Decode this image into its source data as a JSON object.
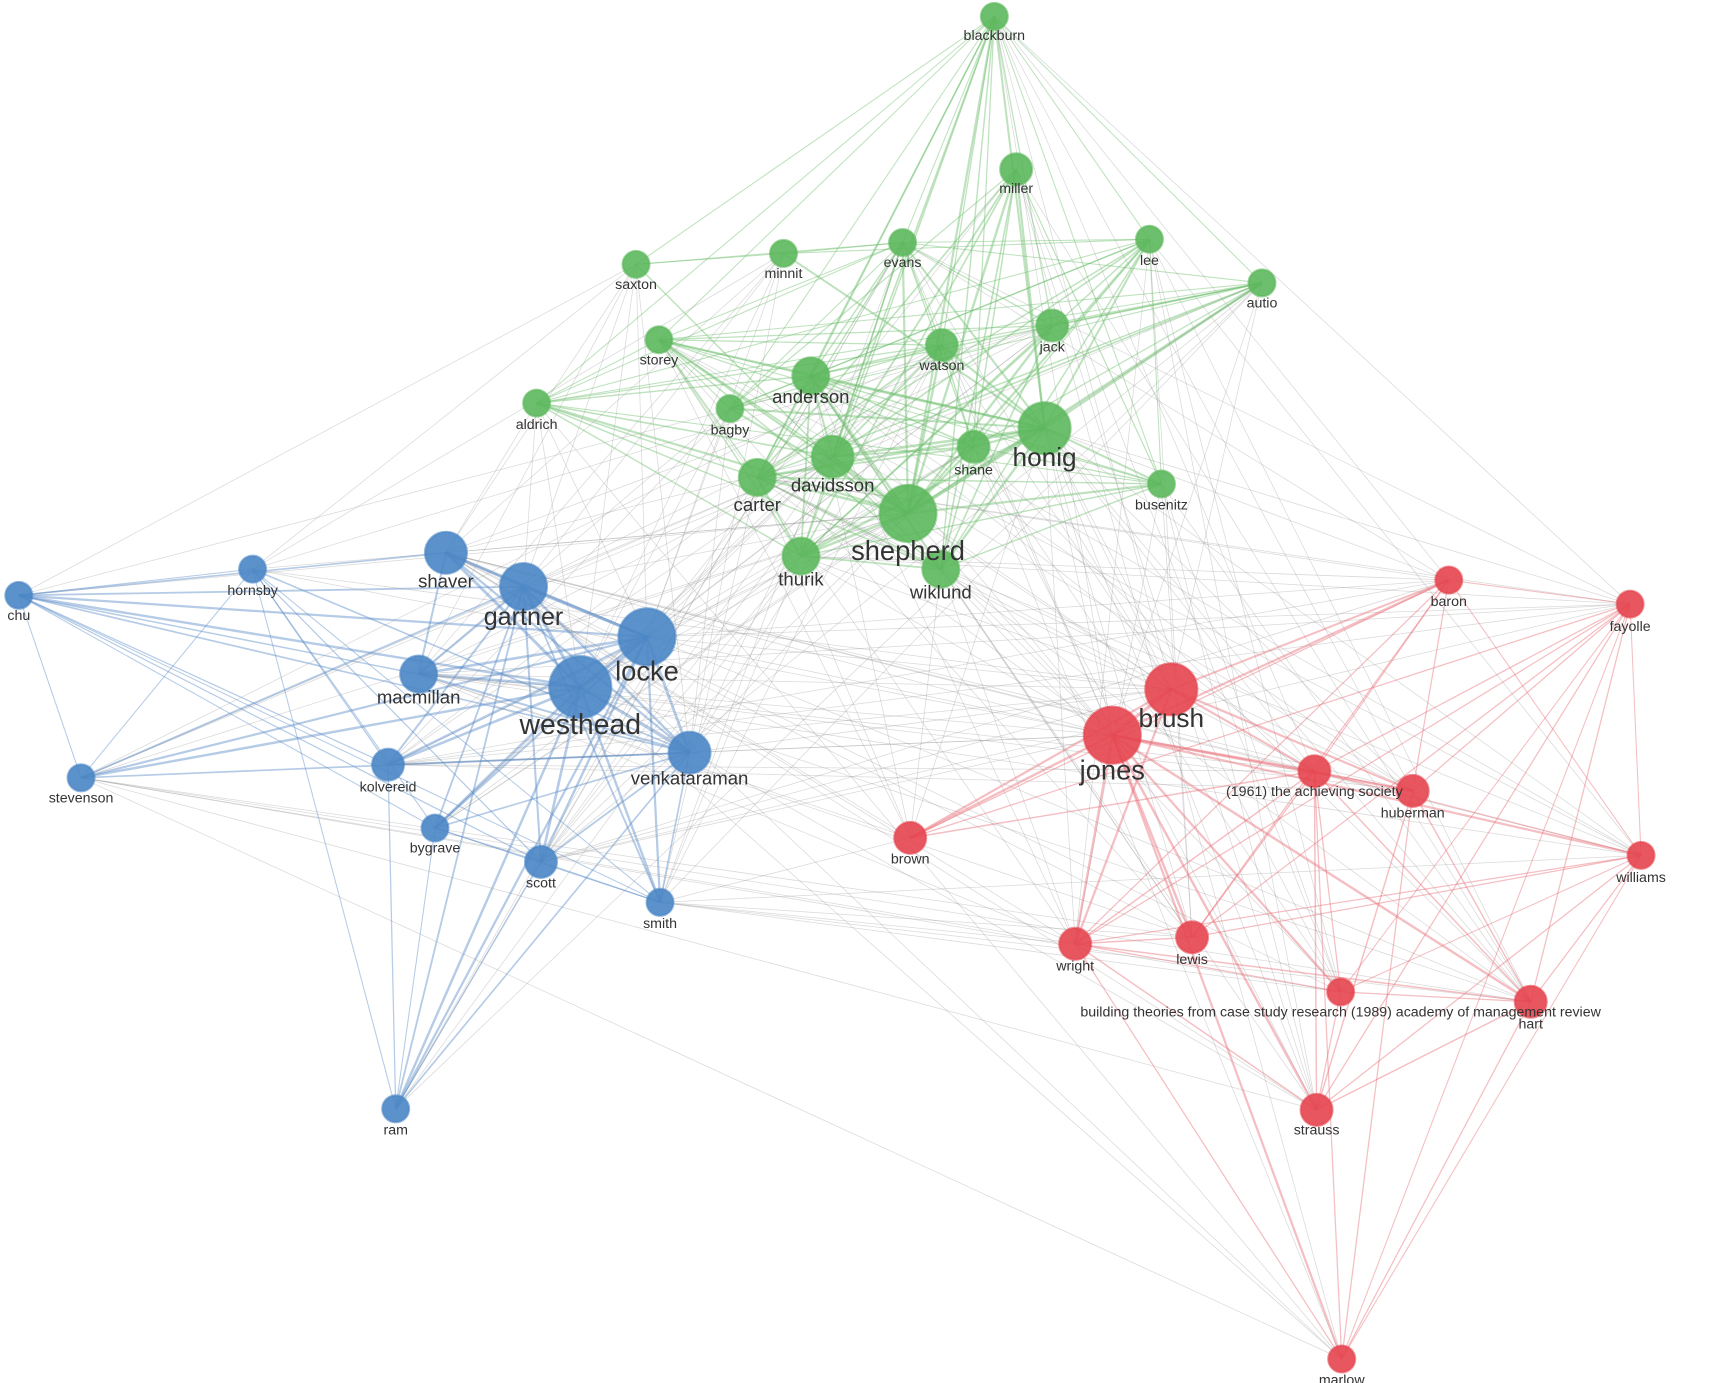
{
  "colors": {
    "cluster1": "#5cb85c",
    "cluster2": "#4a86c5",
    "cluster3": "#e5454f"
  },
  "nodes": [
    {
      "id": "blackburn",
      "label": "blackburn",
      "cluster": 1,
      "weight": 1
    },
    {
      "id": "miller",
      "label": "miller",
      "cluster": 1,
      "weight": 2
    },
    {
      "id": "minnit",
      "label": "minnit",
      "cluster": 1,
      "weight": 1
    },
    {
      "id": "evans",
      "label": "evans",
      "cluster": 1,
      "weight": 1
    },
    {
      "id": "lee",
      "label": "lee",
      "cluster": 1,
      "weight": 1
    },
    {
      "id": "saxton",
      "label": "saxton",
      "cluster": 1,
      "weight": 1
    },
    {
      "id": "autio",
      "label": "autio",
      "cluster": 1,
      "weight": 1
    },
    {
      "id": "storey",
      "label": "storey",
      "cluster": 1,
      "weight": 1
    },
    {
      "id": "jack",
      "label": "jack",
      "cluster": 1,
      "weight": 2
    },
    {
      "id": "watson",
      "label": "watson",
      "cluster": 1,
      "weight": 2
    },
    {
      "id": "anderson",
      "label": "anderson",
      "cluster": 1,
      "weight": 3
    },
    {
      "id": "aldrich",
      "label": "aldrich",
      "cluster": 1,
      "weight": 1
    },
    {
      "id": "bagby",
      "label": "bagby",
      "cluster": 1,
      "weight": 1
    },
    {
      "id": "honig",
      "label": "honig",
      "cluster": 1,
      "weight": 6
    },
    {
      "id": "shane",
      "label": "shane",
      "cluster": 1,
      "weight": 2
    },
    {
      "id": "davidsson",
      "label": "davidsson",
      "cluster": 1,
      "weight": 4
    },
    {
      "id": "carter",
      "label": "carter",
      "cluster": 1,
      "weight": 3
    },
    {
      "id": "busenitz",
      "label": "busenitz",
      "cluster": 1,
      "weight": 1
    },
    {
      "id": "shepherd",
      "label": "shepherd",
      "cluster": 1,
      "weight": 7
    },
    {
      "id": "thurik",
      "label": "thurik",
      "cluster": 1,
      "weight": 3
    },
    {
      "id": "wiklund",
      "label": "wiklund",
      "cluster": 1,
      "weight": 3
    },
    {
      "id": "chu",
      "label": "chu",
      "cluster": 2,
      "weight": 1
    },
    {
      "id": "hornsby",
      "label": "hornsby",
      "cluster": 2,
      "weight": 1
    },
    {
      "id": "shaver",
      "label": "shaver",
      "cluster": 2,
      "weight": 4
    },
    {
      "id": "gartner",
      "label": "gartner",
      "cluster": 2,
      "weight": 5
    },
    {
      "id": "locke",
      "label": "locke",
      "cluster": 2,
      "weight": 7
    },
    {
      "id": "macmillan",
      "label": "macmillan",
      "cluster": 2,
      "weight": 3
    },
    {
      "id": "westhead",
      "label": "westhead",
      "cluster": 2,
      "weight": 8
    },
    {
      "id": "venkataraman",
      "label": "venkataraman",
      "cluster": 2,
      "weight": 4
    },
    {
      "id": "kolvereid",
      "label": "kolvereid",
      "cluster": 2,
      "weight": 2
    },
    {
      "id": "stevenson",
      "label": "stevenson",
      "cluster": 2,
      "weight": 1
    },
    {
      "id": "bygrave",
      "label": "bygrave",
      "cluster": 2,
      "weight": 1
    },
    {
      "id": "scott",
      "label": "scott",
      "cluster": 2,
      "weight": 2
    },
    {
      "id": "smith",
      "label": "smith",
      "cluster": 2,
      "weight": 1
    },
    {
      "id": "ram",
      "label": "ram",
      "cluster": 2,
      "weight": 1
    },
    {
      "id": "baron",
      "label": "baron",
      "cluster": 3,
      "weight": 1
    },
    {
      "id": "fayolle",
      "label": "fayolle",
      "cluster": 3,
      "weight": 1
    },
    {
      "id": "brush",
      "label": "brush",
      "cluster": 3,
      "weight": 6
    },
    {
      "id": "jones",
      "label": "jones",
      "cluster": 3,
      "weight": 7
    },
    {
      "id": "achieving",
      "label": "(1961) the achieving society",
      "cluster": 3,
      "weight": 2
    },
    {
      "id": "huberman",
      "label": "huberman",
      "cluster": 3,
      "weight": 2
    },
    {
      "id": "brown",
      "label": "brown",
      "cluster": 3,
      "weight": 2
    },
    {
      "id": "williams",
      "label": "williams",
      "cluster": 3,
      "weight": 1
    },
    {
      "id": "wright",
      "label": "wright",
      "cluster": 3,
      "weight": 2
    },
    {
      "id": "lewis",
      "label": "lewis",
      "cluster": 3,
      "weight": 2
    },
    {
      "id": "building",
      "label": "building theories from case study research (1989) academy of management review",
      "cluster": 3,
      "weight": 1
    },
    {
      "id": "hart",
      "label": "hart",
      "cluster": 3,
      "weight": 2
    },
    {
      "id": "strauss",
      "label": "strauss",
      "cluster": 3,
      "weight": 2
    },
    {
      "id": "marlow",
      "label": "marlow",
      "cluster": 3,
      "weight": 1
    }
  ]
}
